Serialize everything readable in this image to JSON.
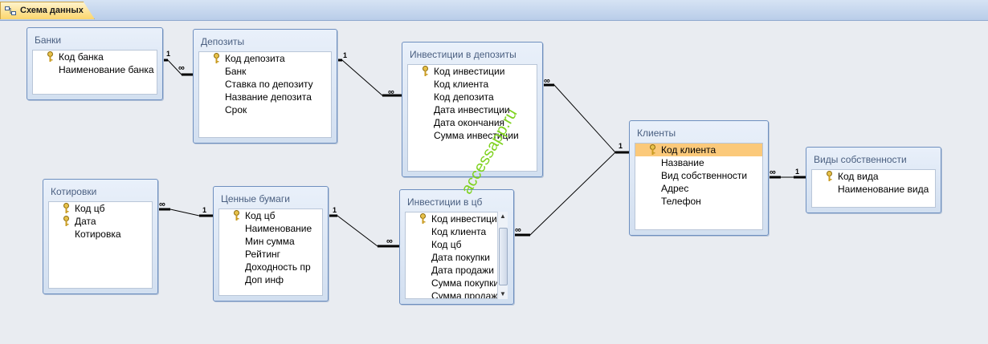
{
  "tab": {
    "label": "Схема данных"
  },
  "watermark": "accessapp.ru",
  "tables": {
    "banki": {
      "title": "Банки",
      "fields": [
        "Код банка",
        "Наименование банка"
      ]
    },
    "depozity": {
      "title": "Депозиты",
      "fields": [
        "Код депозита",
        "Банк",
        "Ставка по депозиту",
        "Название депозита",
        "Срок"
      ]
    },
    "inv_dep": {
      "title": "Инвестиции в депозиты",
      "fields": [
        "Код инвестиции",
        "Код клиента",
        "Код депозита",
        "Дата инвестиции",
        "Дата окончания",
        "Сумма инвестиции"
      ]
    },
    "klienty": {
      "title": "Клиенты",
      "fields": [
        "Код клиента",
        "Название",
        "Вид собственности",
        "Адрес",
        "Телефон"
      ]
    },
    "vidy": {
      "title": "Виды собственности",
      "fields": [
        "Код вида",
        "Наименование вида"
      ]
    },
    "kotirovki": {
      "title": "Котировки",
      "fields": [
        "Код цб",
        "Дата",
        "Котировка"
      ]
    },
    "cb": {
      "title": "Ценные бумаги",
      "fields": [
        "Код цб",
        "Наименование",
        "Мин сумма",
        "Рейтинг",
        "Доходность пр",
        "Доп инф"
      ]
    },
    "inv_cb": {
      "title": "Инвестиции в цб",
      "fields": [
        "Код инвестиции",
        "Код клиента",
        "Код цб",
        "Дата покупки",
        "Дата продажи",
        "Сумма покупки",
        "Сумма продажи"
      ]
    }
  },
  "relations": {
    "one": "1",
    "many": "∞"
  },
  "colors": {
    "selected_field": "#fbc97a",
    "title_text": "#4a5f80",
    "link": "#000000"
  }
}
